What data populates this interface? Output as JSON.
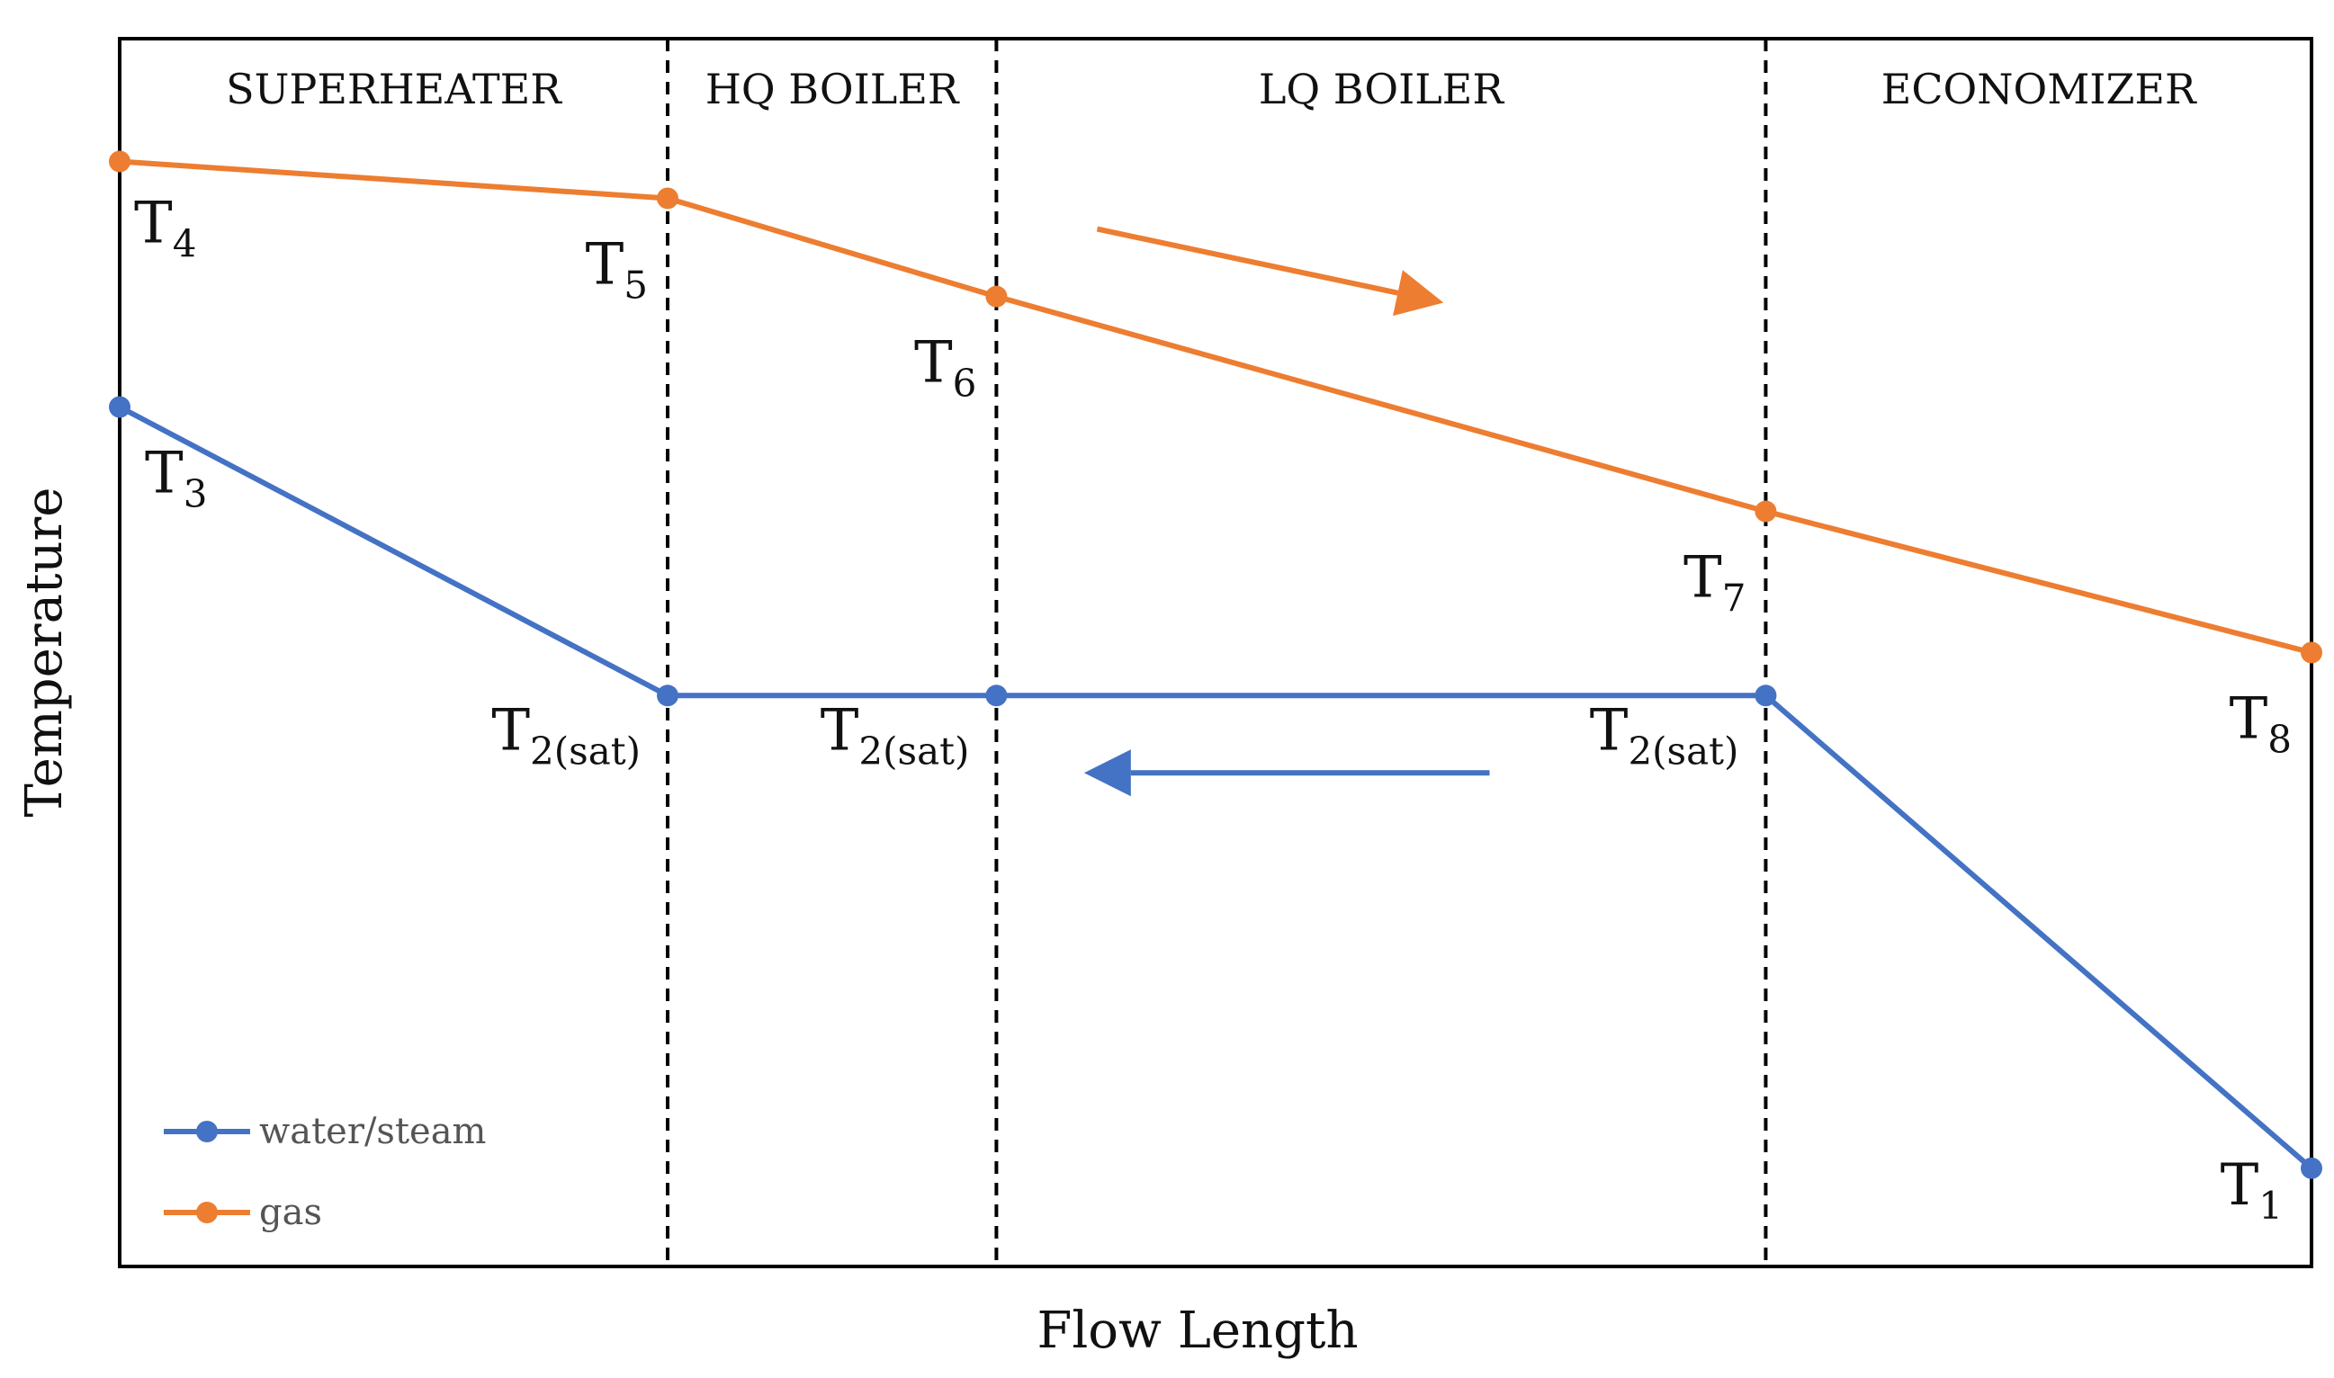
{
  "chart_data": {
    "type": "line",
    "xlabel": "Flow Length",
    "ylabel": "Temperature",
    "xlim": [
      0,
      100
    ],
    "ylim": [
      0,
      100
    ],
    "grid": false,
    "legend_position": "bottom-left",
    "sections": [
      {
        "label": "SUPERHEATER",
        "start": 0,
        "end": 25
      },
      {
        "label": "HQ BOILER",
        "start": 25,
        "end": 40
      },
      {
        "label": "LQ BOILER",
        "start": 40,
        "end": 75.1
      },
      {
        "label": "ECONOMIZER",
        "start": 75.1,
        "end": 100
      }
    ],
    "series": [
      {
        "name": "water/steam",
        "color": "#4472C4",
        "x": [
          0,
          25,
          40,
          75.1,
          100
        ],
        "y": [
          70,
          46.5,
          46.5,
          46.5,
          8
        ]
      },
      {
        "name": "gas",
        "color": "#ED7D31",
        "x": [
          0,
          25,
          40,
          75.1,
          100
        ],
        "y": [
          90,
          87,
          79,
          61.5,
          50
        ]
      }
    ],
    "point_labels": [
      {
        "series": 1,
        "index": 0,
        "main": "T",
        "sub": "4"
      },
      {
        "series": 1,
        "index": 1,
        "main": "T",
        "sub": "5"
      },
      {
        "series": 1,
        "index": 2,
        "main": "T",
        "sub": "6"
      },
      {
        "series": 1,
        "index": 3,
        "main": "T",
        "sub": "7"
      },
      {
        "series": 1,
        "index": 4,
        "main": "T",
        "sub": "8"
      },
      {
        "series": 0,
        "index": 0,
        "main": "T",
        "sub": "3"
      },
      {
        "series": 0,
        "index": 1,
        "main": "T",
        "sub": "2(sat)"
      },
      {
        "series": 0,
        "index": 2,
        "main": "T",
        "sub": "2(sat)"
      },
      {
        "series": 0,
        "index": 3,
        "main": "T",
        "sub": "2(sat)"
      },
      {
        "series": 0,
        "index": 4,
        "main": "T",
        "sub": "1"
      }
    ],
    "flow_arrows": [
      {
        "series": "gas",
        "direction": "right",
        "color": "#ED7D31"
      },
      {
        "series": "water/steam",
        "direction": "left",
        "color": "#4472C4"
      }
    ]
  }
}
